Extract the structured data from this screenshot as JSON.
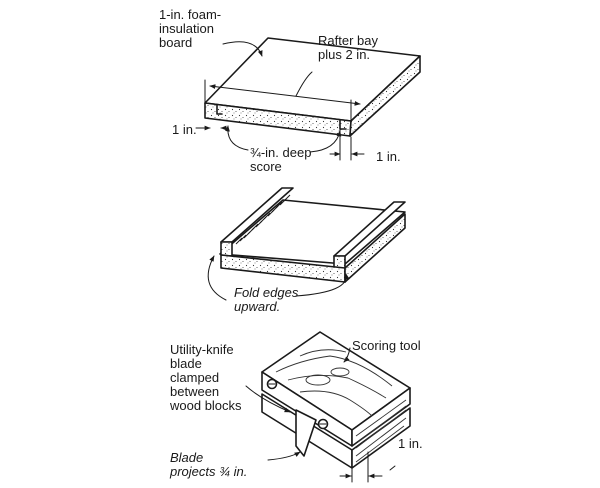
{
  "labels": {
    "foam_board": "1-in. foam-\ninsulation\nboard",
    "rafter_bay": "Rafter bay\nplus 2 in.",
    "left_one_in": "1 in.",
    "score_depth": "¾-in. deep\nscore",
    "right_one_in": "1 in.",
    "fold_edges": "Fold edges\nupward.",
    "utility_blade": "Utility-knife\nblade\nclamped\nbetween\nwood blocks",
    "scoring_tool": "Scoring tool",
    "blade_projects": "Blade\nprojects ¾ in.",
    "tool_one_in": "1 in."
  },
  "icons": {
    "arrow": "arrowhead",
    "foam_texture": "speckle"
  },
  "colors": {
    "ink": "#1a1a1a",
    "background": "#ffffff"
  }
}
